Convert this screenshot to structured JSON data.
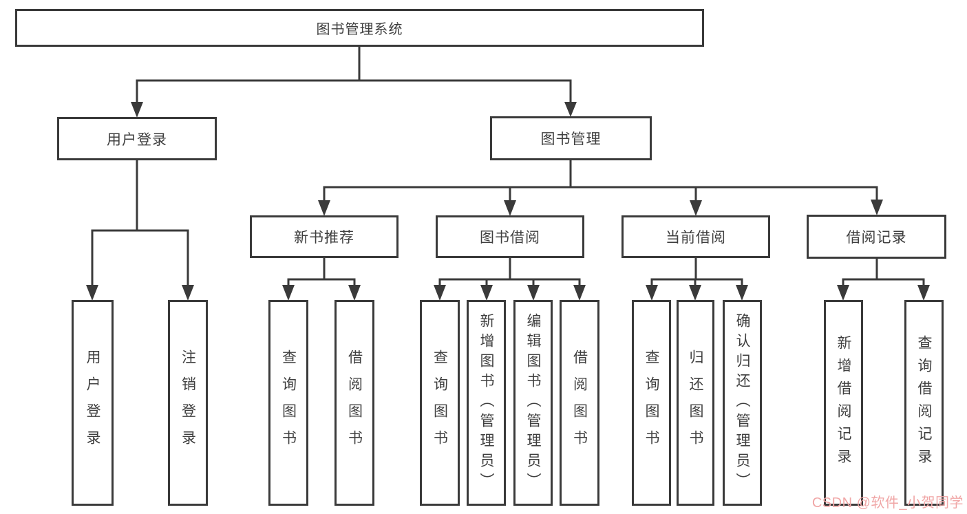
{
  "nodes": {
    "root": {
      "label": "图书管理系统"
    },
    "branches": [
      {
        "label": "用户登录",
        "children": [
          {
            "label": "用户登录"
          },
          {
            "label": "注销登录"
          }
        ]
      },
      {
        "label": "图书管理",
        "children": [
          {
            "label": "新书推荐",
            "children": [
              {
                "label": "查询图书"
              },
              {
                "label": "借阅图书"
              }
            ]
          },
          {
            "label": "图书借阅",
            "children": [
              {
                "label": "查询图书"
              },
              {
                "label": "新增图书（管理员）"
              },
              {
                "label": "编辑图书（管理员）"
              },
              {
                "label": "借阅图书"
              }
            ]
          },
          {
            "label": "当前借阅",
            "children": [
              {
                "label": "查询图书"
              },
              {
                "label": "归还图书"
              },
              {
                "label": "确认归还（管理员）"
              }
            ]
          },
          {
            "label": "借阅记录",
            "children": [
              {
                "label": "新增借阅记录"
              },
              {
                "label": "查询借阅记录"
              }
            ]
          }
        ]
      }
    ]
  },
  "watermark": {
    "text": "CSDN @软件_小贺同学",
    "color": "#f0a6a6"
  },
  "colors": {
    "line": "#3a3a3a",
    "text": "#3f3f3f",
    "background": "#ffffff"
  }
}
